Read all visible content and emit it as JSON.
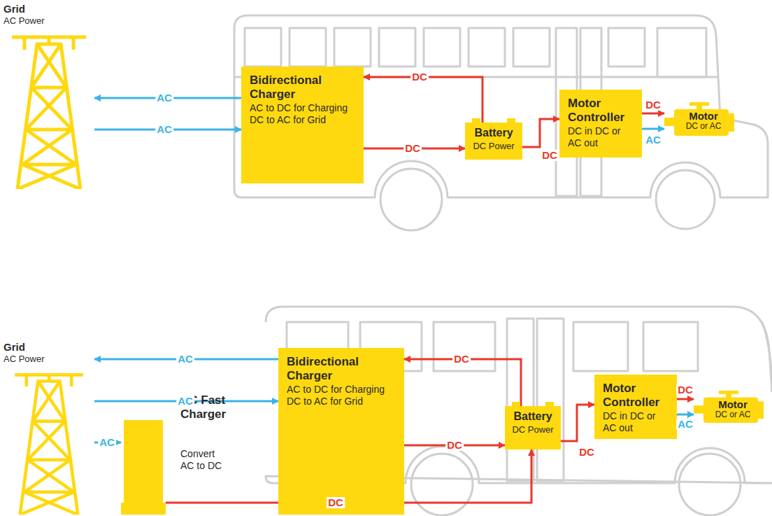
{
  "diagram": {
    "nodes": [
      {
        "text": [
          "Grid",
          "AC Power"
        ]
      },
      {
        "text": [
          "Bidirectional Charger",
          "AC to DC for Charging DC to AC for Grid"
        ]
      },
      {
        "text": [
          "Battery",
          "DC Power"
        ]
      },
      {
        "text": [
          "Motor Controller",
          "DC in DC or AC out"
        ]
      },
      {
        "text": [
          "Motor",
          "DC or AC"
        ]
      },
      {
        "text": [
          "Grid",
          "AC Power"
        ]
      },
      {
        "text": [
          "Bidirectional Charger",
          "AC to DC for Charging DC to AC for Grid"
        ]
      },
      {
        "text": [
          "DC Fast Charger",
          "Convert AC to DC"
        ]
      },
      {
        "text": [
          "Battery",
          "DC Power"
        ]
      },
      {
        "text": [
          "Motor Controller",
          "DC in DC or AC out"
        ]
      },
      {
        "text": [
          "Motor",
          "DC or AC"
        ]
      }
    ],
    "edges": [
      {
        "from": 1,
        "to": 0,
        "arrow": "to",
        "label": "AC"
      },
      {
        "from": 0,
        "to": 1,
        "arrow": "to",
        "label": "AC"
      },
      {
        "from": 2,
        "to": 1,
        "arrow": "to",
        "label": "DC"
      },
      {
        "from": 1,
        "to": 2,
        "arrow": "to",
        "label": "DC"
      },
      {
        "from": 2,
        "to": 3,
        "arrow": "to",
        "label": "DC"
      },
      {
        "from": 3,
        "to": 4,
        "arrow": "to",
        "label": "DC"
      },
      {
        "from": 3,
        "to": 4,
        "arrow": "to",
        "label": "AC"
      },
      {
        "from": 6,
        "to": 5,
        "arrow": "to",
        "label": "AC"
      },
      {
        "from": 5,
        "to": 6,
        "arrow": "to",
        "label": "AC"
      },
      {
        "from": 8,
        "to": 6,
        "arrow": "to",
        "label": "DC"
      },
      {
        "from": 6,
        "to": 8,
        "arrow": "to",
        "label": "DC"
      },
      {
        "from": 8,
        "to": 9,
        "arrow": "to",
        "label": "DC"
      },
      {
        "from": 9,
        "to": 10,
        "arrow": "to",
        "label": "DC"
      },
      {
        "from": 9,
        "to": 10,
        "arrow": "to",
        "label": "AC"
      },
      {
        "from": 5,
        "to": 7,
        "arrow": "to",
        "label": "AC"
      },
      {
        "from": 7,
        "to": 8,
        "arrow": "to",
        "label": "DC"
      }
    ]
  }
}
